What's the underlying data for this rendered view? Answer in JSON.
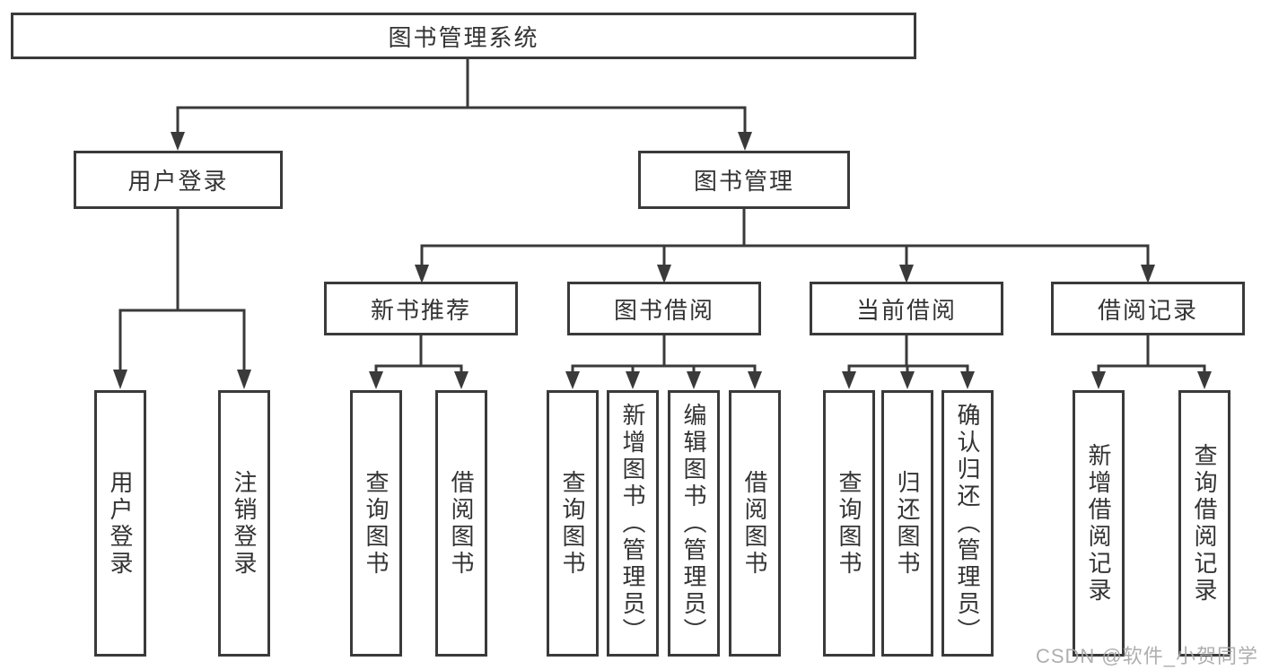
{
  "tree": {
    "root": {
      "label": "图书管理系统"
    },
    "children": [
      {
        "label": "用户登录",
        "children": [
          {
            "label": "用户登录"
          },
          {
            "label": "注销登录"
          }
        ]
      },
      {
        "label": "图书管理",
        "children": [
          {
            "label": "新书推荐",
            "children": [
              {
                "label": "查询图书"
              },
              {
                "label": "借阅图书"
              }
            ]
          },
          {
            "label": "图书借阅",
            "children": [
              {
                "label": "查询图书"
              },
              {
                "label": "新增图书（管理员）"
              },
              {
                "label": "编辑图书（管理员）"
              },
              {
                "label": "借阅图书"
              }
            ]
          },
          {
            "label": "当前借阅",
            "children": [
              {
                "label": "查询图书"
              },
              {
                "label": "归还图书"
              },
              {
                "label": "确认归还（管理员）"
              }
            ]
          },
          {
            "label": "借阅记录",
            "children": [
              {
                "label": "新增借阅记录"
              },
              {
                "label": "查询借阅记录"
              }
            ]
          }
        ]
      }
    ]
  },
  "watermark": "CSDN @软件_小贺同学",
  "colors": {
    "line": "#3a3a3a",
    "text": "#333333",
    "background": "#ffffff",
    "watermark": "#a8a8a8"
  }
}
